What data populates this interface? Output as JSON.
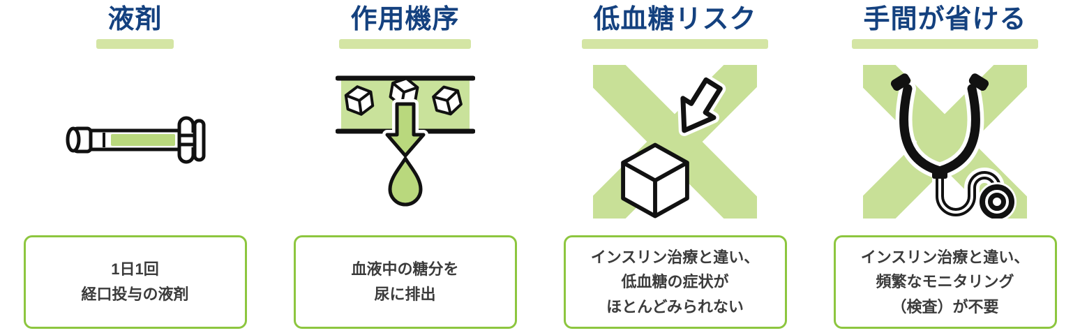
{
  "page": {
    "background": "#ffffff"
  },
  "colors": {
    "title_navy": "#14417f",
    "underline_green": "#d4e5a4",
    "x_mark_green": "#c8e097",
    "vessel_band_green": "#c9e29b",
    "icon_fill_green": "#b9d87d",
    "box_border_green": "#8dc63f",
    "body_text": "#3b3b3b",
    "line_black": "#111111"
  },
  "columns": [
    {
      "id": "formulation",
      "title": "液剤",
      "icon": "syringe-icon",
      "box_lines": [
        "1日1回",
        "経口投与の液剤"
      ]
    },
    {
      "id": "mechanism",
      "title": "作用機序",
      "icon": "glucose-excretion-icon",
      "box_lines": [
        "血液中の糖分を",
        "尿に排出"
      ]
    },
    {
      "id": "hypoglycemia-risk",
      "title": "低血糖リスク",
      "icon": "sugar-cube-crossed-icon",
      "box_lines": [
        "インスリン治療と違い、",
        "低血糖の症状が",
        "ほとんどみられない"
      ]
    },
    {
      "id": "convenience",
      "title": "手間が省ける",
      "icon": "stethoscope-crossed-icon",
      "box_lines": [
        "インスリン治療と違い、",
        "頻繁なモニタリング",
        "（検査）が不要"
      ]
    }
  ]
}
